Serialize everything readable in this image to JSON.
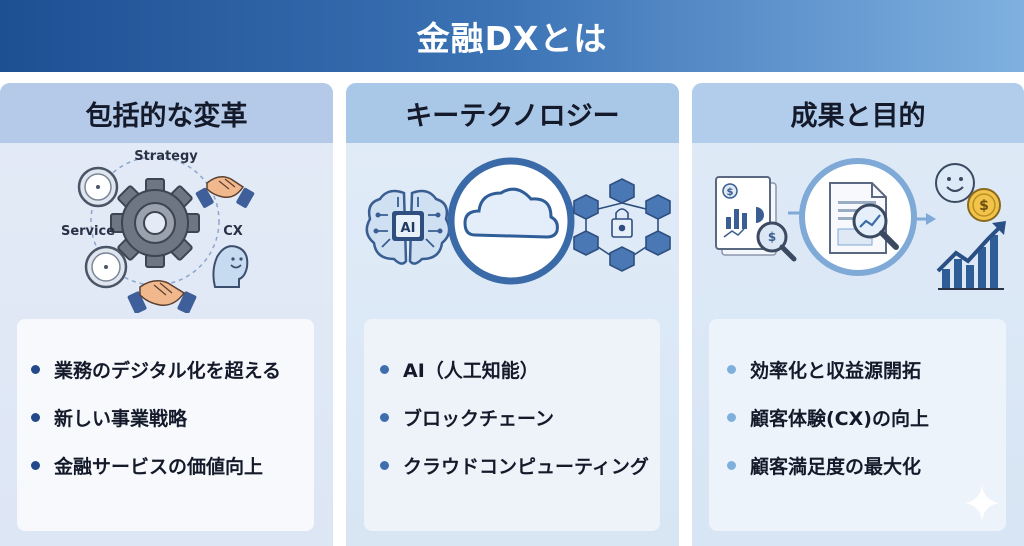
{
  "title": "金融DXとは",
  "colors": {
    "banner_start": "#1d4f93",
    "banner_end": "#7fb0e0",
    "panel1_bullet": "#24498a",
    "panel2_bullet": "#3d6fae",
    "panel3_bullet": "#7fb0dc"
  },
  "panels": [
    {
      "heading": "包括的な変革",
      "labels": {
        "strategy": "Strategy",
        "service": "Service",
        "cx": "CX"
      },
      "icons": [
        "compass-icon",
        "gear-icon",
        "handshake-icon",
        "person-smile-icon"
      ],
      "bullets": [
        "業務のデジタル化を超える",
        "新しい事業戦略",
        "金融サービスの価値向上"
      ]
    },
    {
      "heading": "キーテクノロジー",
      "labels": {
        "ai": "AI"
      },
      "icons": [
        "brain-chip-icon",
        "cloud-icon",
        "blockchain-lock-icon"
      ],
      "bullets": [
        "AI（人工知能）",
        "ブロックチェーン",
        "クラウドコンピューティング"
      ]
    },
    {
      "heading": "成果と目的",
      "labels": {
        "dollar": "$"
      },
      "icons": [
        "report-magnifier-icon",
        "analysis-document-icon",
        "smiley-coin-icon",
        "growth-chart-icon",
        "sparkle-icon"
      ],
      "bullets": [
        "効率化と収益源開拓",
        "顧客体験(CX)の向上",
        "顧客満足度の最大化"
      ]
    }
  ]
}
